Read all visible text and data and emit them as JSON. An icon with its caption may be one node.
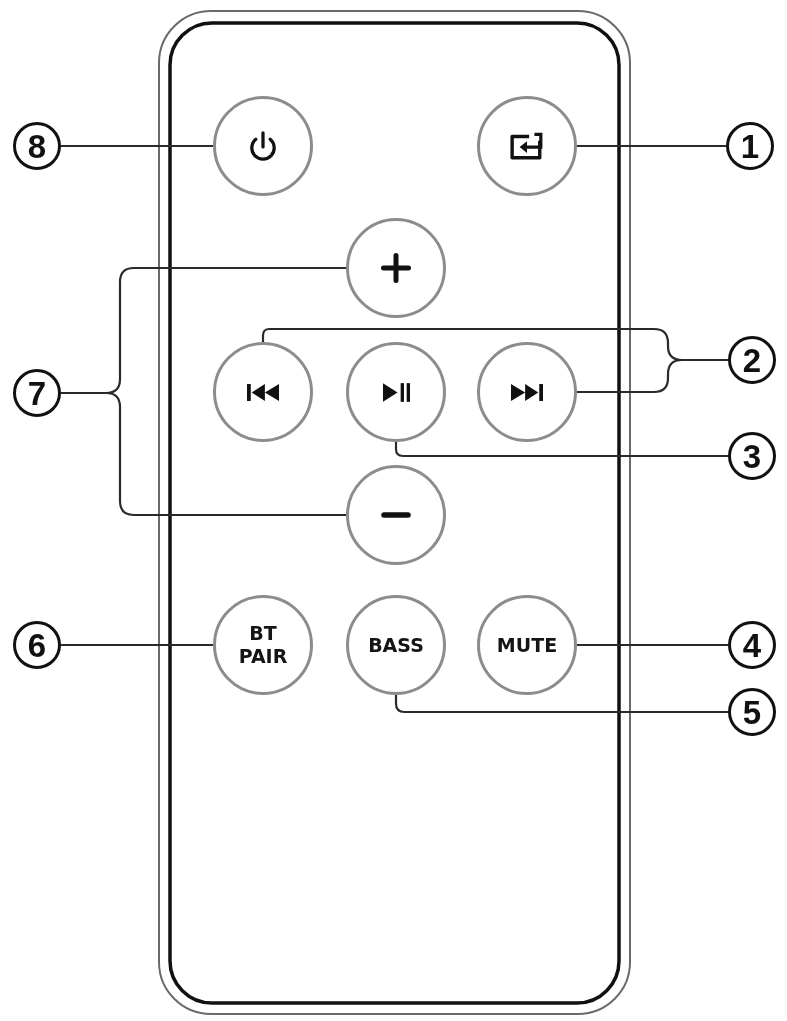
{
  "diagram": {
    "nodes": [
      {
        "text": [
          "8"
        ]
      },
      {
        "text": [],
        "shape": "circle"
      },
      {
        "text": [],
        "shape": "circle"
      },
      {
        "text": [
          "1"
        ]
      },
      {
        "text": [],
        "shape": "circle"
      },
      {
        "text": [
          "7"
        ]
      },
      {
        "text": [],
        "shape": "circle"
      },
      {
        "text": [],
        "shape": "circle"
      },
      {
        "text": [],
        "shape": "circle"
      },
      {
        "text": [
          "2"
        ]
      },
      {
        "text": [
          "3"
        ]
      },
      {
        "text": [],
        "shape": "circle"
      },
      {
        "text": [
          "6"
        ]
      },
      {
        "text": [
          "BT PAIR"
        ]
      },
      {
        "text": [
          "BASS"
        ]
      },
      {
        "text": [
          "MUTE"
        ]
      },
      {
        "text": [
          "4"
        ]
      },
      {
        "text": [
          "5"
        ]
      }
    ],
    "edges": [
      {
        "from": 0,
        "to": 1,
        "arrow": "none"
      },
      {
        "from": 3,
        "to": 2,
        "arrow": "none"
      },
      {
        "from": 5,
        "to": 4,
        "arrow": "none"
      },
      {
        "from": 5,
        "to": 11,
        "arrow": "none"
      },
      {
        "from": 9,
        "to": 6,
        "arrow": "none"
      },
      {
        "from": 9,
        "to": 8,
        "arrow": "none"
      },
      {
        "from": 10,
        "to": 7,
        "arrow": "none"
      },
      {
        "from": 12,
        "to": 13,
        "arrow": "none"
      },
      {
        "from": 16,
        "to": 15,
        "arrow": "none"
      },
      {
        "from": 17,
        "to": 14,
        "arrow": "none"
      }
    ]
  }
}
